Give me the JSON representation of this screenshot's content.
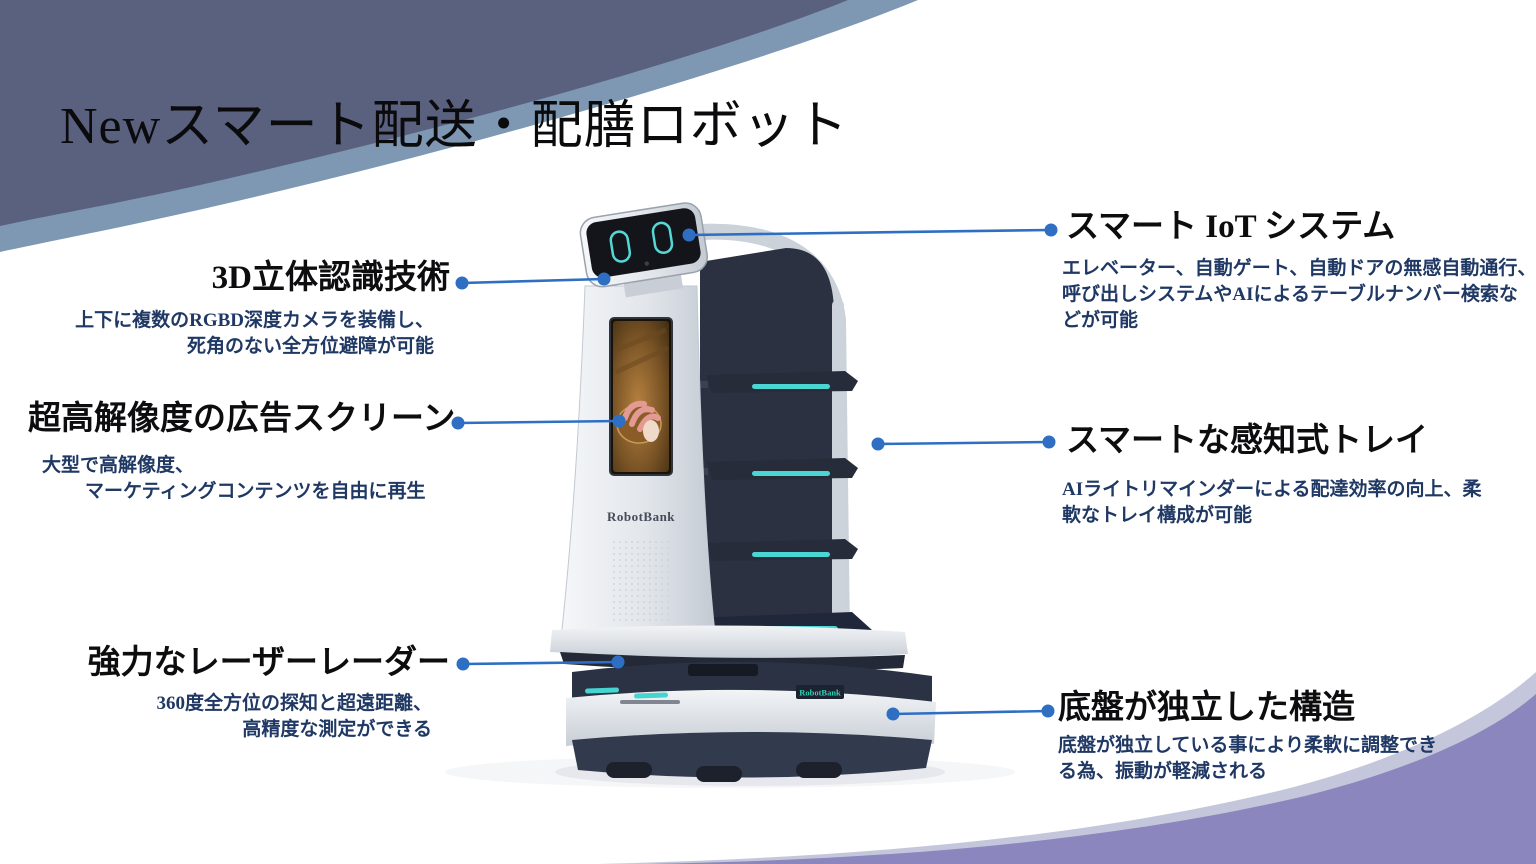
{
  "slide": {
    "title": "Newスマート配送・配膳ロボット"
  },
  "callouts": {
    "left": [
      {
        "heading": "3D立体認識技術",
        "line1": "上下に複数のRGBD深度カメラを装備し、",
        "line2": "死角のない全方位避障が可能"
      },
      {
        "heading": "超高解像度の広告スクリーン",
        "line1": "大型で高解像度、",
        "line2": "マーケティングコンテンツを自由に再生"
      },
      {
        "heading": "強力なレーザーレーダー",
        "line1": "360度全方位の探知と超遠距離、",
        "line2": "高精度な測定ができる"
      }
    ],
    "right": [
      {
        "heading": "スマート IoT システム",
        "line1": "エレベーター、自動ゲート、自動ドアの無感自動通行、",
        "line2": "呼び出しシステムやAIによるテーブルナンバー検索な",
        "line3": "どが可能"
      },
      {
        "heading": "スマートな感知式トレイ",
        "line1": "AIライトリマインダーによる配達効率の向上、柔",
        "line2": "軟なトレイ構成が可能"
      },
      {
        "heading": "底盤が独立した構造",
        "line1": "底盤が独立している事により柔軟に調整でき",
        "line2": "る為、振動が軽減される"
      }
    ]
  },
  "robot": {
    "screen_brand": "RobotBank",
    "base_brand": "RobotBank"
  },
  "colors": {
    "callout_line_blue": "#2e6fc4",
    "body_text_navy": "#1f3864",
    "heading_black": "#0d0d0f",
    "swoosh_dark_blue": "#59617f",
    "swoosh_light_blue": "#7e97b2",
    "swoosh_purple": "#8b86bd",
    "swoosh_purple_light": "#c4c7db",
    "robot_led_cyan": "#4ad6d2",
    "robot_dark_navy": "#2b3140"
  }
}
